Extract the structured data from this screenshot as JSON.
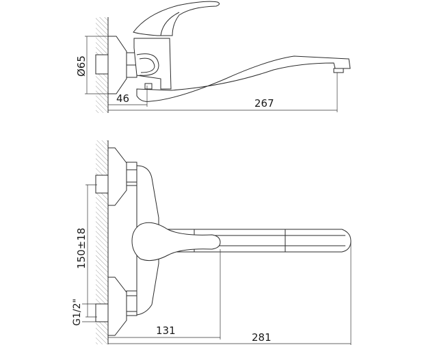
{
  "top_view": {
    "dimensions": {
      "flange_diameter": "Ø65",
      "outlet_offset": "46",
      "spout_reach": "267"
    }
  },
  "front_view": {
    "dimensions": {
      "inlet_spacing": "150±18",
      "thread_size": "G1/2\"",
      "lever_reach": "131",
      "total_reach": "281"
    }
  },
  "colors": {
    "line": "#2a2a2a",
    "background": "#ffffff"
  }
}
